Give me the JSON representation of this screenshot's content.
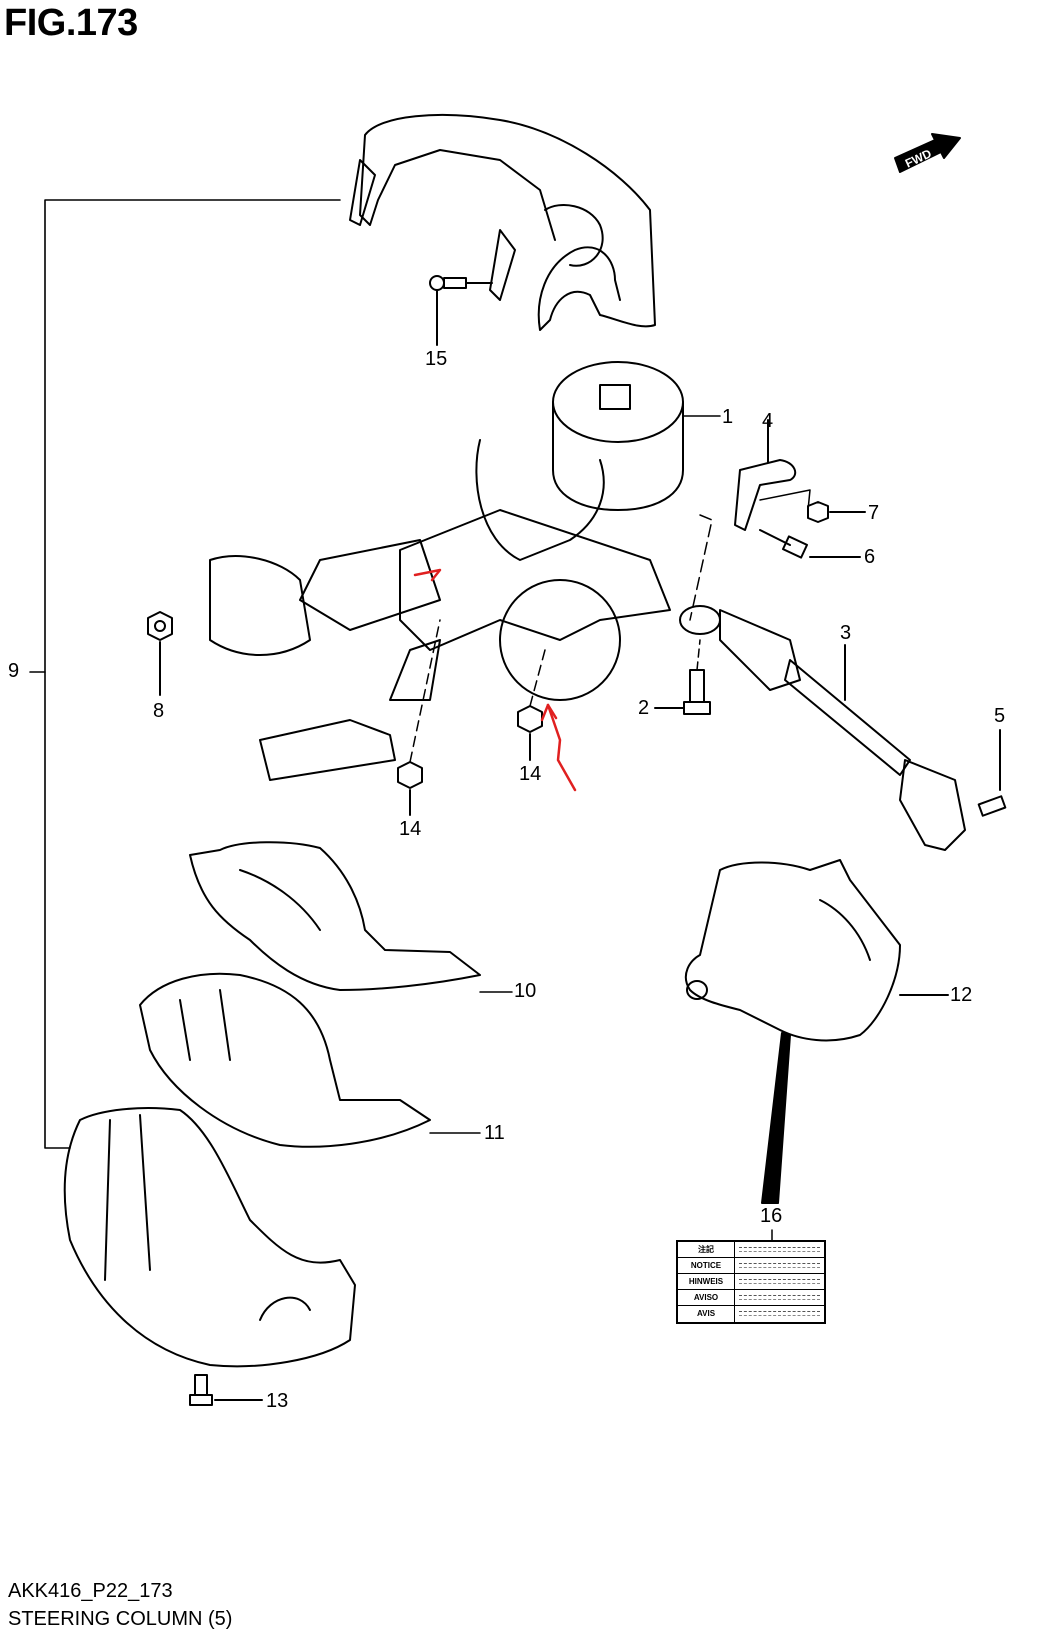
{
  "figure": {
    "title": "FIG.173",
    "code": "AKK416_P22_173",
    "caption": "STEERING COLUMN (5)",
    "orientation_badge": "FWD"
  },
  "callouts": [
    {
      "number": "1",
      "part": "steering column assembly"
    },
    {
      "number": "2",
      "part": "bolt"
    },
    {
      "number": "3",
      "part": "intermediate shaft"
    },
    {
      "number": "4",
      "part": "bracket"
    },
    {
      "number": "5",
      "part": "bolt"
    },
    {
      "number": "6",
      "part": "bolt"
    },
    {
      "number": "7",
      "part": "nut"
    },
    {
      "number": "8",
      "part": "nut"
    },
    {
      "number": "9",
      "part": "column cover assembly"
    },
    {
      "number": "10",
      "part": "cover"
    },
    {
      "number": "11",
      "part": "cover"
    },
    {
      "number": "12",
      "part": "shaft cover"
    },
    {
      "number": "13",
      "part": "screw"
    },
    {
      "number": "14",
      "part": "nut (left)"
    },
    {
      "number": "14",
      "part": "nut (right)"
    },
    {
      "number": "15",
      "part": "screw"
    },
    {
      "number": "16",
      "part": "notice label"
    }
  ],
  "notice_label": {
    "rows": [
      "注記",
      "NOTICE",
      "HINWEIS",
      "AVISO",
      "AVIS"
    ]
  },
  "annotations": {
    "color": "#e02020"
  }
}
